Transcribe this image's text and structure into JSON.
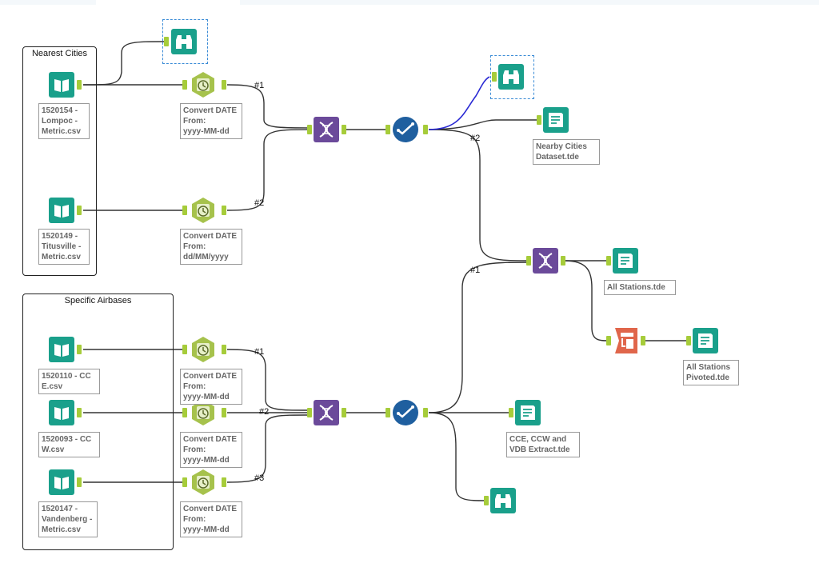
{
  "containers": {
    "nearest_cities": "Nearest Cities",
    "specific_airbases": "Specific Airbases"
  },
  "inputs": {
    "lompoc": "1520154 -\nLompoc -\nMetric.csv",
    "titusville": "1520149 -\nTitusville -\nMetric.csv",
    "cce": "1520110 - CC\nE.csv",
    "ccw": "1520093 - CC\nW.csv",
    "vandenberg": "1520147 -\nVandenberg -\nMetric.csv"
  },
  "formulas": {
    "f1": "Convert DATE\nFrom:\nyyyy-MM-dd",
    "f2": "Convert DATE\nFrom:\ndd/MM/yyyy",
    "f3": "Convert DATE\nFrom:\nyyyy-MM-dd",
    "f4": "Convert DATE\nFrom:\nyyyy-MM-dd",
    "f5": "Convert DATE\nFrom:\nyyyy-MM-dd"
  },
  "outputs": {
    "nearby": "Nearby Cities\nDataset.tde",
    "all_stations": "All Stations.tde",
    "pivoted": "All Stations\nPivoted.tde",
    "cce_extract": "CCE, CCW and\nVDB Extract.tde"
  },
  "connection_labels": {
    "c1": "#1",
    "c2": "#2",
    "c3": "#2",
    "c4": "#1",
    "c5": "#1",
    "c6": "#2",
    "c7": "#3"
  },
  "colors": {
    "input_tool": "#1aa08b",
    "browse_tool": "#1aa08b",
    "formula_tool": "#a6c24c",
    "union_tool": "#6b4a9a",
    "select_tool": "#1f5f9f",
    "transpose_tool": "#e0664b",
    "output_tool": "#1aa08b",
    "anchor": "#a6cc3a",
    "wire": "#333333",
    "selected_wire": "#2a2ad4"
  }
}
